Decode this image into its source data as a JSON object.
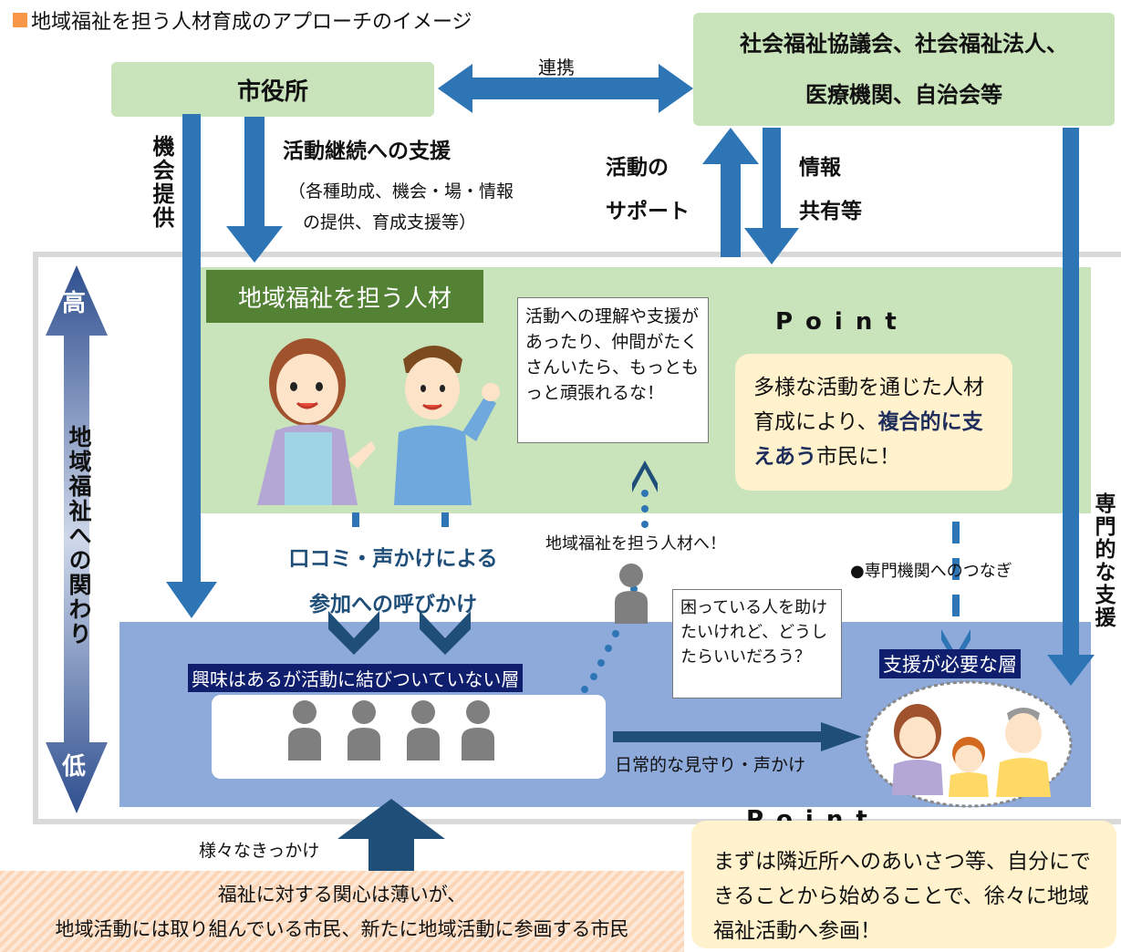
{
  "title": "地域福祉を担う人材育成のアプローチのイメージ",
  "city_hall": "市役所",
  "partners_line1": "社会福祉協議会、社会福祉法人、",
  "partners_line2": "医療機関、自治会等",
  "renkei": "連携",
  "kikai_teikyo": "機会提供",
  "activity_support_title": "活動継続への支援",
  "activity_support_detail_1": "（各種助成、機会・場・情報",
  "activity_support_detail_2": "の提供、育成支援等）",
  "katsudo_support_1": "活動の",
  "katsudo_support_2": "サポート",
  "info_share_1": "情報",
  "info_share_2": "共有等",
  "scale_high": "高",
  "scale_low": "低",
  "scale_label": "地域福祉への関わり",
  "talent_label": "地域福祉を担う人材",
  "speech_1": "活動への理解や支援があったり、仲間がたくさんいたら、もっともっと頑張れるな！",
  "point_label": "Point",
  "point1_a": "多様な活動を通じた人",
  "point1_b": "材育成により、",
  "point1_bold1": "複合的",
  "point1_bold2": "に支えあう",
  "point1_c": "市民に！",
  "word_of_mouth_1": "口コミ・声かけによる",
  "word_of_mouth_2": "参加への呼びかけ",
  "to_talent": "地域福祉を担う人材へ！",
  "speech_2": "困っている人を助けたいけれど、どうしたらいいだろう？",
  "specialist_link": "●専門機関へのつなぎ",
  "specialist_support": "専門的な支援",
  "interested_layer": "興味はあるが活動に結びついていない層",
  "needs_support_layer": "支援が必要な層",
  "daily_watch": "日常的な見守り・声かけ",
  "various_triggers": "様々なきっかけ",
  "bottom_line1": "福祉に対する関心は薄いが、",
  "bottom_line2": "地域活動には取り組んでいる市民、新たに地域活動に参画する市民",
  "point2_text": "まずは隣近所へのあいさつ等、自分にできることから始めることで、徐々に地域福祉活動へ参画！",
  "colors": {
    "blue_arrow": "#2e75b6",
    "navy_arrow": "#1f4e79",
    "green_box": "#c9e3bb",
    "blue_area": "#8eaadb",
    "dark_green": "#548235",
    "cream": "#fff2cc",
    "orange_square": "#f79646"
  }
}
